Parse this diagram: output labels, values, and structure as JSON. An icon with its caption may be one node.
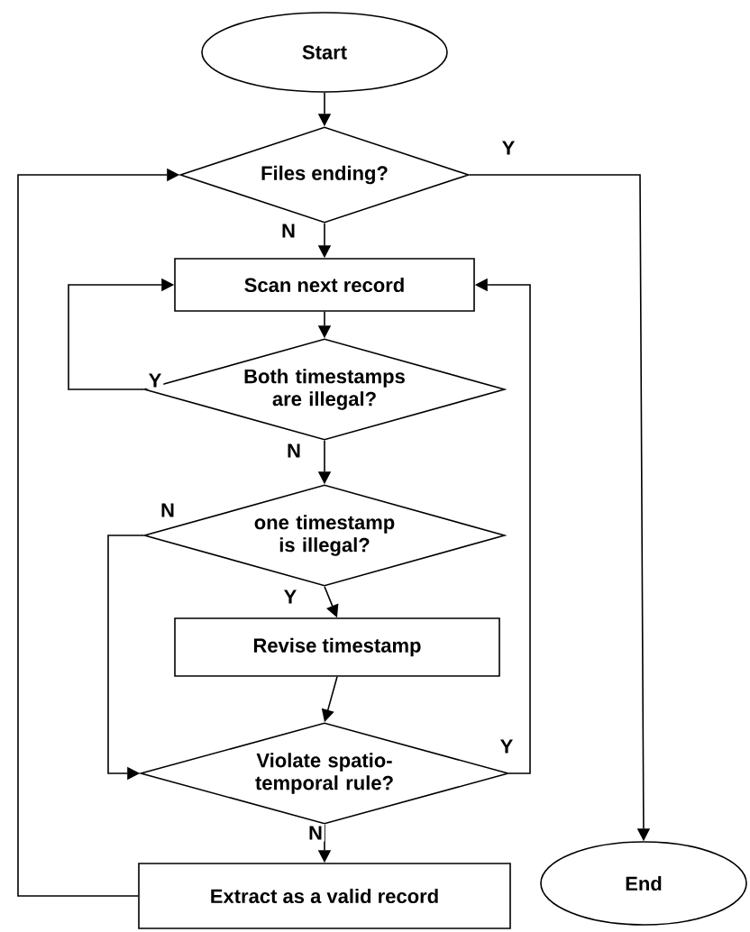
{
  "diagram": {
    "nodes": [
      {
        "text": [
          "Start"
        ]
      },
      {
        "text": [
          "Files ending?"
        ]
      },
      {
        "text": [
          "Scan next record"
        ]
      },
      {
        "text": [
          "Both timestamps are illegal?"
        ]
      },
      {
        "text": [
          "one timestamp is illegal?"
        ]
      },
      {
        "text": [
          "Revise timestamp"
        ]
      },
      {
        "text": [
          "Violate spatio-temporal rule?"
        ]
      },
      {
        "text": [
          "Extract as a valid record"
        ]
      },
      {
        "text": [
          "End"
        ]
      }
    ],
    "edges": [
      {
        "from": 0,
        "to": 1,
        "arrow": "to"
      },
      {
        "from": 1,
        "to": 2,
        "arrow": "to",
        "label": "N"
      },
      {
        "from": 1,
        "to": 8,
        "arrow": "to",
        "label": "Y"
      },
      {
        "from": 2,
        "to": 3,
        "arrow": "to"
      },
      {
        "from": 3,
        "to": 2,
        "arrow": "to",
        "label": "Y"
      },
      {
        "from": 3,
        "to": 4,
        "arrow": "to",
        "label": "N"
      },
      {
        "from": 4,
        "to": 5,
        "arrow": "to",
        "label": "Y"
      },
      {
        "from": 4,
        "to": 6,
        "arrow": "to",
        "label": "N"
      },
      {
        "from": 5,
        "to": 6,
        "arrow": "to"
      },
      {
        "from": 6,
        "to": 2,
        "arrow": "to",
        "label": "Y"
      },
      {
        "from": 6,
        "to": 7,
        "arrow": "to",
        "label": "N"
      },
      {
        "from": 7,
        "to": 1,
        "arrow": "to"
      }
    ]
  }
}
